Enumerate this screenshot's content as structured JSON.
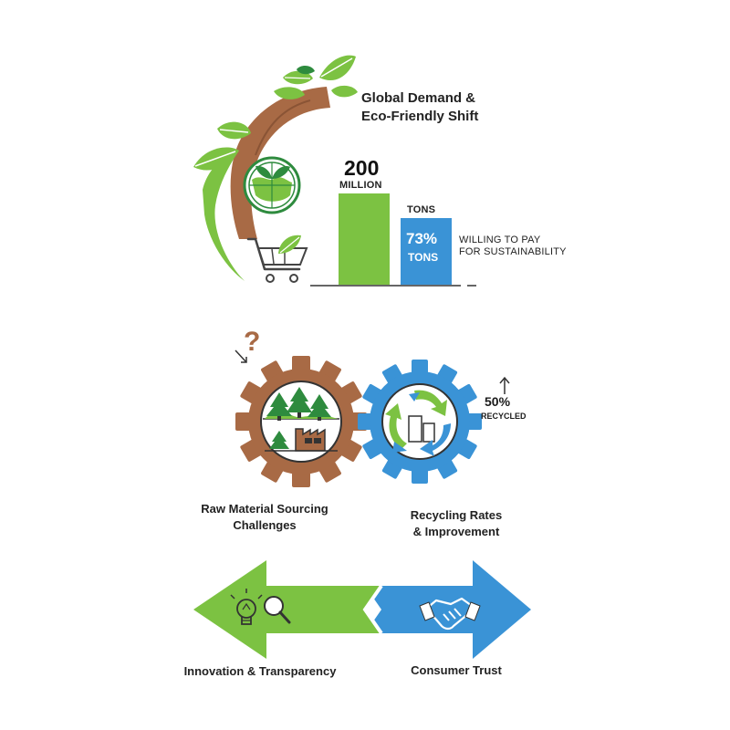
{
  "top_section": {
    "title_line1": "Global Demand &",
    "title_line2": "Eco-Friendly Shift",
    "bar1_value": "200",
    "bar1_unit": "MILLION",
    "bar2_caption": "TONS",
    "bar2_value": "73%",
    "bar2_unit": "TONS",
    "side_line1": "WILLING TO PAY",
    "side_line2": "FOR SUSTAINABILITY"
  },
  "middle_section": {
    "question_mark": "?",
    "recycled_value": "50%",
    "recycled_label": "RECYCLED",
    "left_label_line1": "Raw Material Sourcing",
    "left_label_line2": "Challenges",
    "right_label_line1": "Recycling Rates",
    "right_label_line2": "& Improvement"
  },
  "bottom_section": {
    "left_label": "Innovation & Transparency",
    "right_label": "Consumer Trust"
  },
  "colors": {
    "green": "#7cc242",
    "dark_green": "#2e8b3e",
    "brown": "#a86a45",
    "blue": "#3a93d6"
  },
  "icons": [
    "leaf-icon",
    "globe-icon",
    "shopping-cart-icon",
    "question-icon",
    "tree-icon",
    "factory-icon",
    "recycle-icon",
    "lightbulb-icon",
    "magnifier-icon",
    "handshake-icon",
    "arrow-up-icon"
  ]
}
